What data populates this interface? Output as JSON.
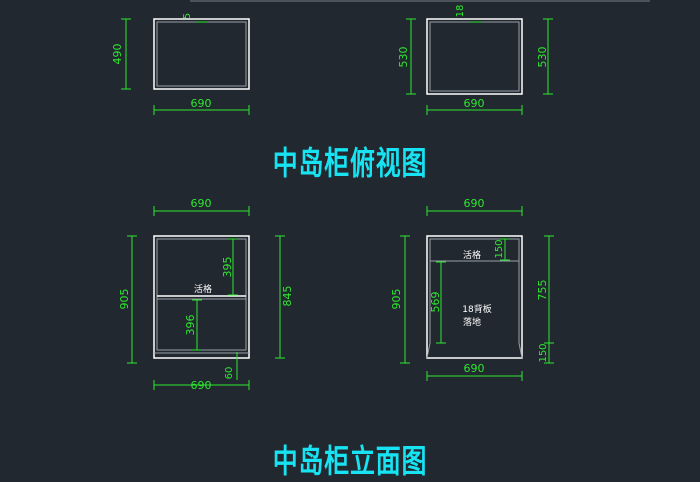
{
  "titles": {
    "top_view": "中岛柜俯视图",
    "elevation": "中岛柜立面图"
  },
  "colors": {
    "background": "#212830",
    "cabinet_line": "#ffffff",
    "cabinet_inner": "#9aa0a8",
    "dimension": "#2ee82e",
    "title": "#17e3f2"
  },
  "dimensions": {
    "top_left": {
      "width": "690",
      "height": "490",
      "gap": "5"
    },
    "top_right": {
      "width": "690",
      "height_left": "530",
      "height_right": "530",
      "gap": "18"
    },
    "elev_left": {
      "top_width": "690",
      "bottom_width": "690",
      "height": "905",
      "body_height": "845",
      "upper": "395",
      "lower": "396",
      "base": "60",
      "shelf_label": "活格"
    },
    "elev_right": {
      "top_width": "690",
      "bottom_width": "690",
      "height": "905",
      "top_section": "150",
      "interior": "569",
      "body": "755",
      "base": "150",
      "shelf_label": "活格",
      "back_label_1": "18背板",
      "back_label_2": "落地"
    }
  }
}
